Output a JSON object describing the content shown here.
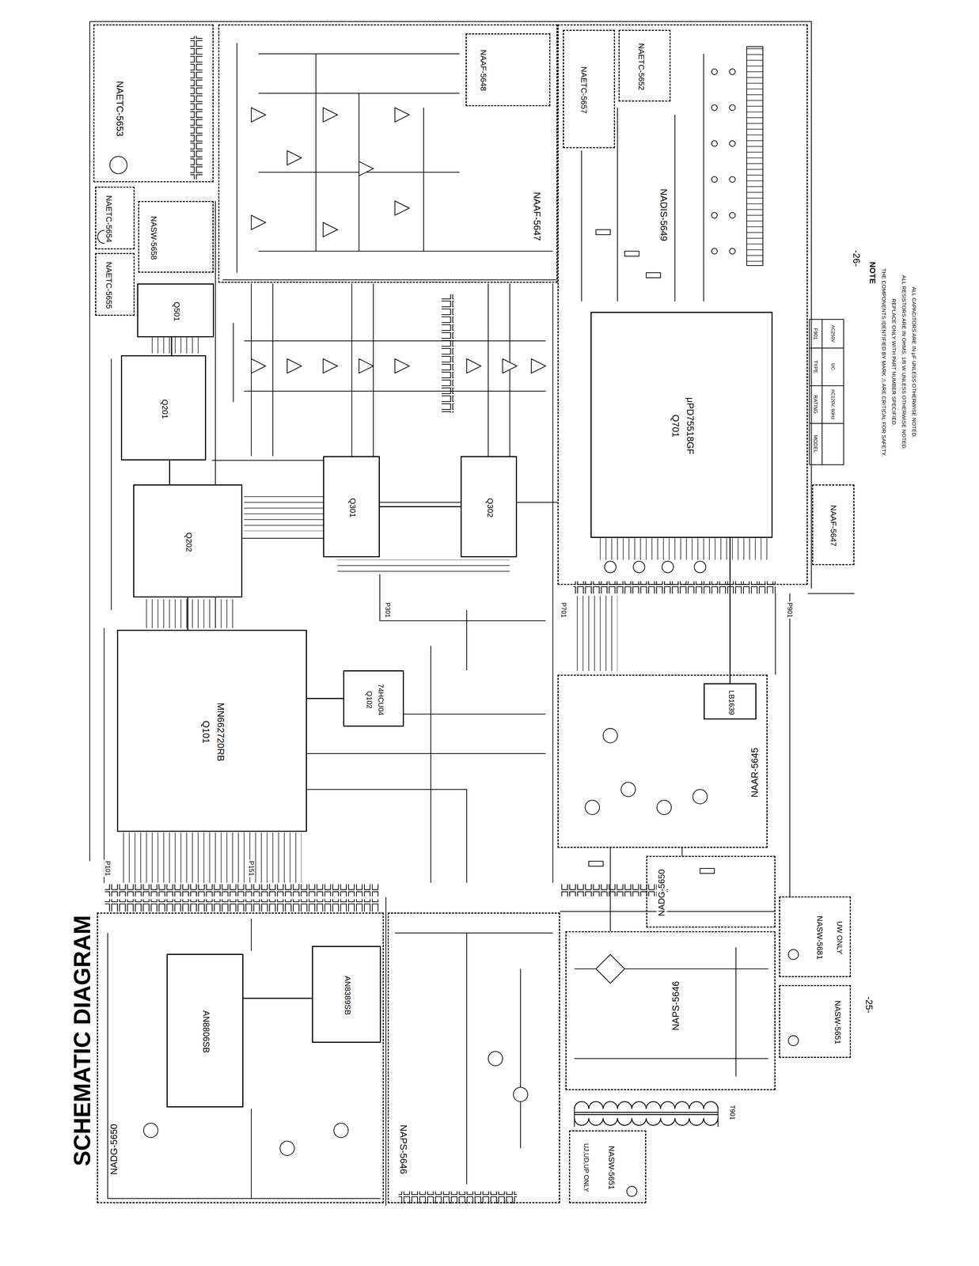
{
  "diagram": {
    "title": "SCHEMATIC DIAGRAM",
    "nodes": [
      {
        "text": [
          "NAETC-5653"
        ]
      },
      {
        "text": [
          "NAETC-5654"
        ]
      },
      {
        "text": [
          "NAETC-5655"
        ]
      },
      {
        "text": [
          "NASW-5658"
        ]
      },
      {
        "text": [
          "NAAF-5647"
        ]
      },
      {
        "text": [
          "NAAF-5648"
        ],
        "in": 4
      },
      {
        "text": [
          "NADIS-5649"
        ]
      },
      {
        "text": [
          "NAETC-5657"
        ],
        "in": 6
      },
      {
        "text": [
          "NAETC-5652"
        ],
        "in": 6
      },
      {
        "text": [
          "Q701",
          "μPD75518GF"
        ],
        "in": 6
      },
      {
        "text": [
          "NAAF-5647"
        ]
      },
      {
        "text": [
          "Q501"
        ]
      },
      {
        "text": [
          "Q201"
        ]
      },
      {
        "text": [
          "Q202"
        ]
      },
      {
        "text": [
          "Q301"
        ]
      },
      {
        "text": [
          "Q302"
        ]
      },
      {
        "text": [
          "Q101",
          "MN662720RB"
        ]
      },
      {
        "text": [
          "Q102",
          "74HCU04"
        ]
      },
      {
        "text": [
          "NAAR-5645"
        ]
      },
      {
        "text": [
          "LB1639"
        ],
        "in": 18
      },
      {
        "text": [
          "NADG-5650"
        ]
      },
      {
        "text": [
          "AN8806SB"
        ],
        "in": 20
      },
      {
        "text": [
          "AN8389SB"
        ],
        "in": 20
      },
      {
        "text": [
          "NAPS-5646"
        ]
      },
      {
        "text": [
          "NADG-5650"
        ]
      },
      {
        "text": [
          "NAPS-5646"
        ]
      },
      {
        "text": [
          "NASW-5681",
          "UW ONLY"
        ]
      },
      {
        "text": [
          "NASW-5651"
        ]
      },
      {
        "text": [
          "NASW-5651",
          "UJ,UD,UP ONLY"
        ]
      }
    ],
    "edges": [
      {
        "from": 16,
        "to": 17,
        "arrow": "none"
      },
      {
        "from": 14,
        "to": 15,
        "arrow": "none"
      },
      {
        "from": 9,
        "to": 19,
        "arrow": "none"
      },
      {
        "from": 21,
        "to": 22,
        "arrow": "none"
      },
      {
        "from": 11,
        "to": 12,
        "arrow": "none"
      },
      {
        "from": 12,
        "to": 13,
        "arrow": "none"
      },
      {
        "from": 13,
        "to": 16,
        "arrow": "none"
      }
    ],
    "labels": [
      "P101",
      "P151",
      "P301",
      "P701",
      "P901",
      "T901",
      "NOTE",
      "THE COMPONENTS IDENTIFIED BY MARK ⚠ ARE CRITICAL FOR SAFETY.",
      "REPLACE ONLY WITH PART NUMBER SPECIFIED.",
      "ALL RESISTORS ARE IN OHMS, 1/6 W UNLESS OTHERWISE NOTED.",
      "ALL CAPACITORS ARE IN μF UNLESS OTHERWISE NOTED.",
      "-26-",
      "-25-",
      "MODEL",
      "RATING",
      "TYPE",
      "F901",
      "AC120V, 60Hz",
      "UC",
      "AC250V"
    ]
  }
}
